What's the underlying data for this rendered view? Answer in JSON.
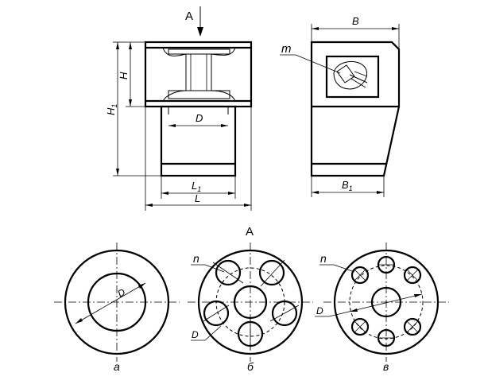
{
  "labels": {
    "view_arrow": "А",
    "dim_H": "H",
    "dim_H1_main": "H",
    "dim_H1_sub": "1",
    "dim_D_top": "D",
    "dim_L1_main": "L",
    "dim_L1_sub": "1",
    "dim_L": "L",
    "dim_B": "B",
    "dim_B1_main": "B",
    "dim_B1_sub": "1",
    "callout_m": "m",
    "view_title": "А",
    "callout_n_b": "n",
    "callout_n_v": "n",
    "dim_D_a": "D",
    "dim_D_b": "D",
    "dim_D_v": "D",
    "caption_a": "а",
    "caption_b": "б",
    "caption_v": "в"
  }
}
